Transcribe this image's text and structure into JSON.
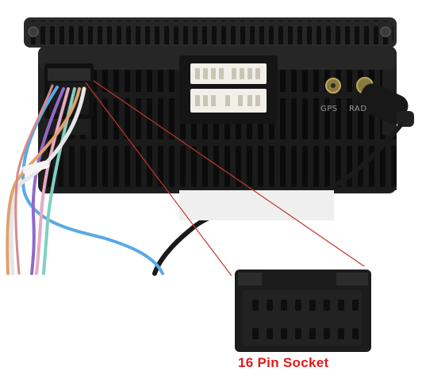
{
  "photo": {
    "caption": "16 Pin Socket",
    "caption_color": "#e01b1b",
    "rear_labels": {
      "gps": "GPS",
      "radio": "RAD"
    },
    "colors": {
      "chassis": "#1f1f1f",
      "chassis_dark": "#121212",
      "socket_white": "#f1efe8",
      "pointer_line": "#c0392b",
      "wire_blue": "#5aa9e6",
      "wire_purple": "#8e6ac8",
      "wire_pink": "#e6a9c2",
      "wire_teal": "#7fd0c0",
      "wire_white": "#e6e6e6",
      "wire_orange": "#e0a070"
    },
    "objects": [
      "car-radio-rear-panel",
      "iso-harness-connector",
      "gps-antenna-cable",
      "connector-zoom-inset"
    ]
  }
}
